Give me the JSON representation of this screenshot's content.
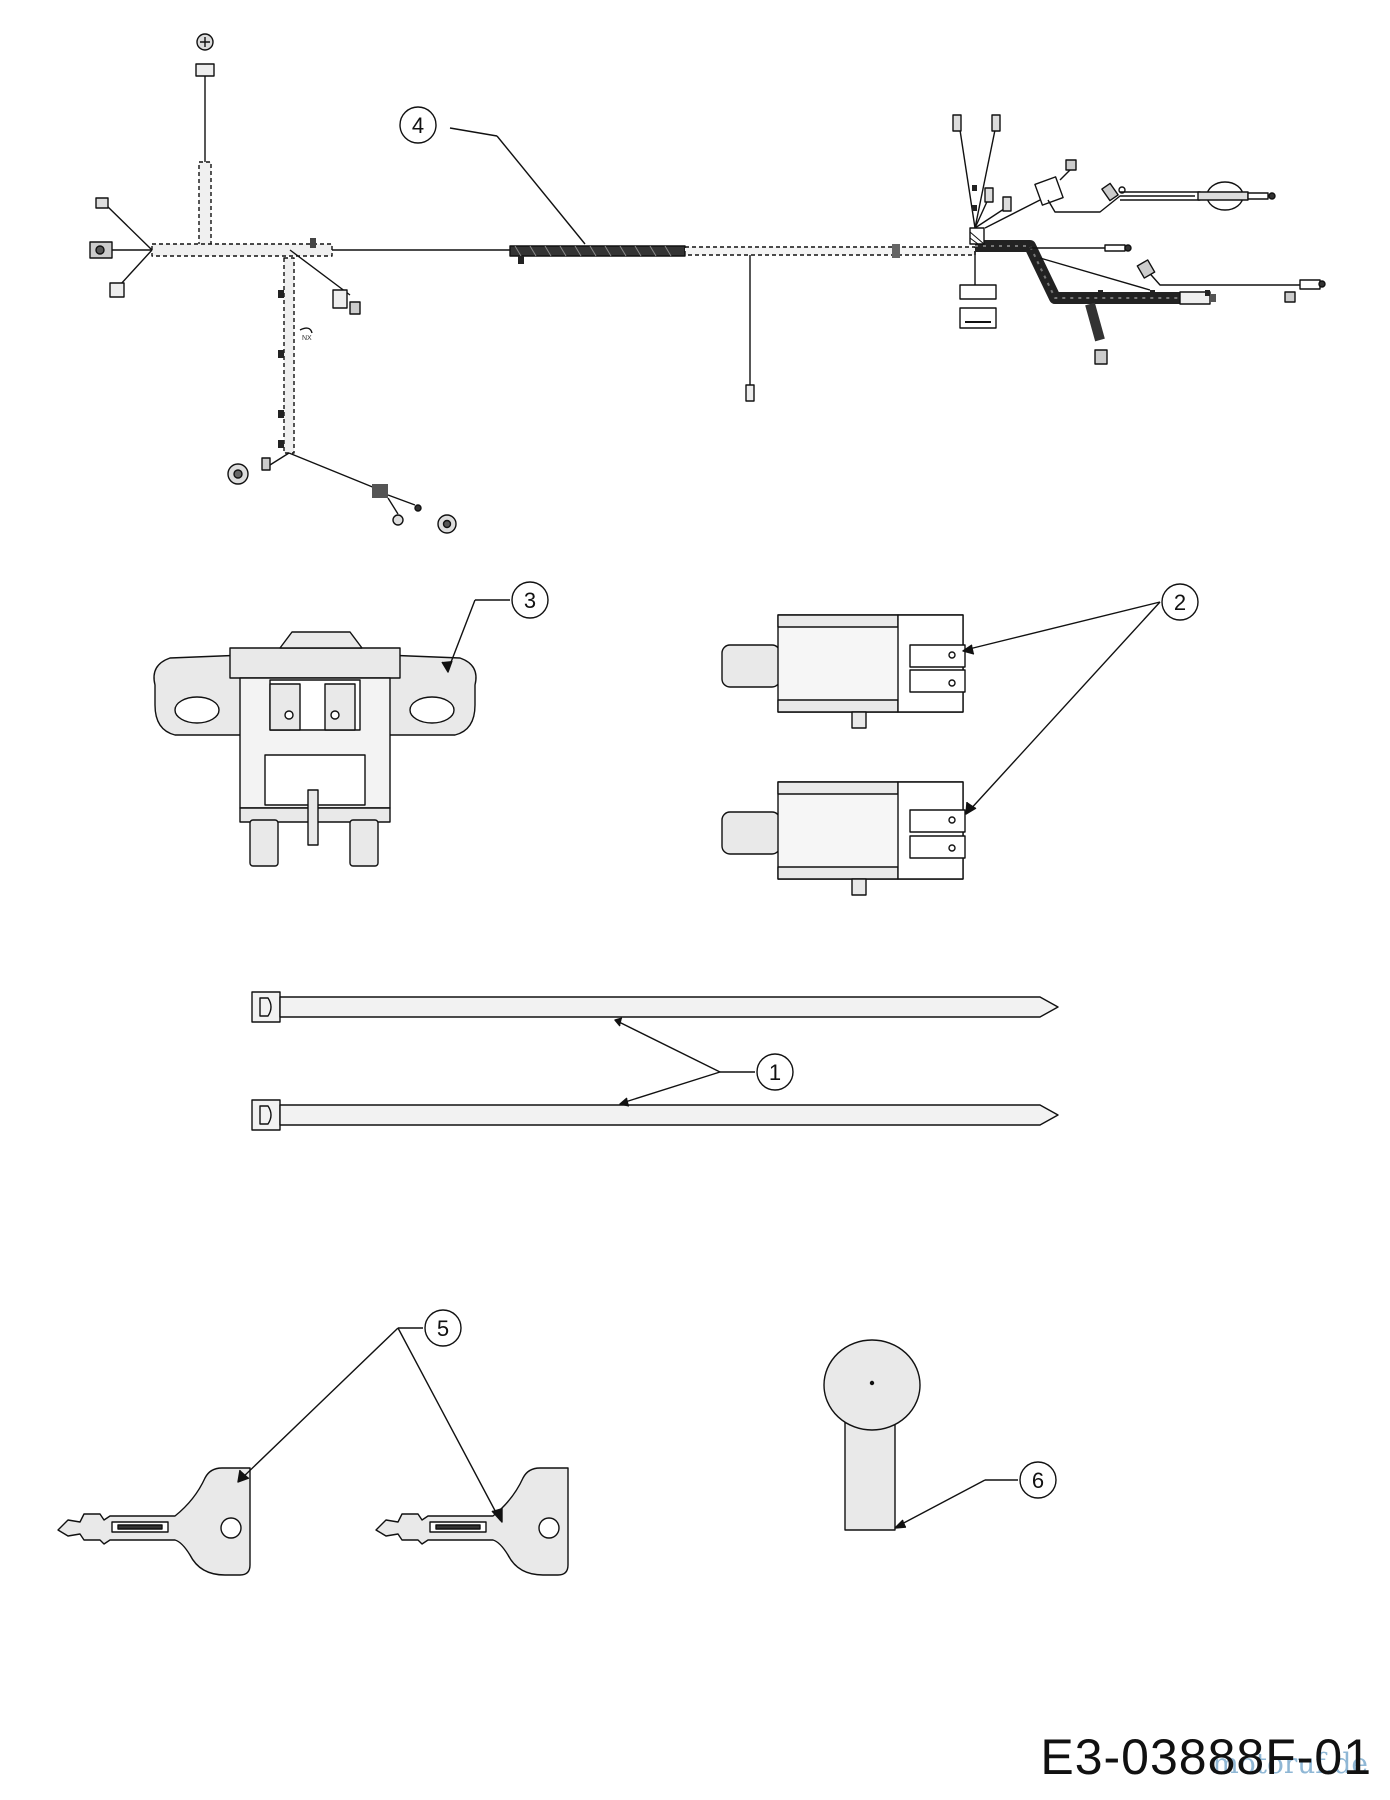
{
  "callouts": {
    "c1": "1",
    "c2": "2",
    "c3": "3",
    "c4": "4",
    "c5": "5",
    "c6": "6"
  },
  "drawing_number": "E3-03888F-01",
  "watermark": "motoruf.de",
  "colors": {
    "line": "#111111",
    "fill": "#e9e9e9",
    "harness": "#222222"
  }
}
